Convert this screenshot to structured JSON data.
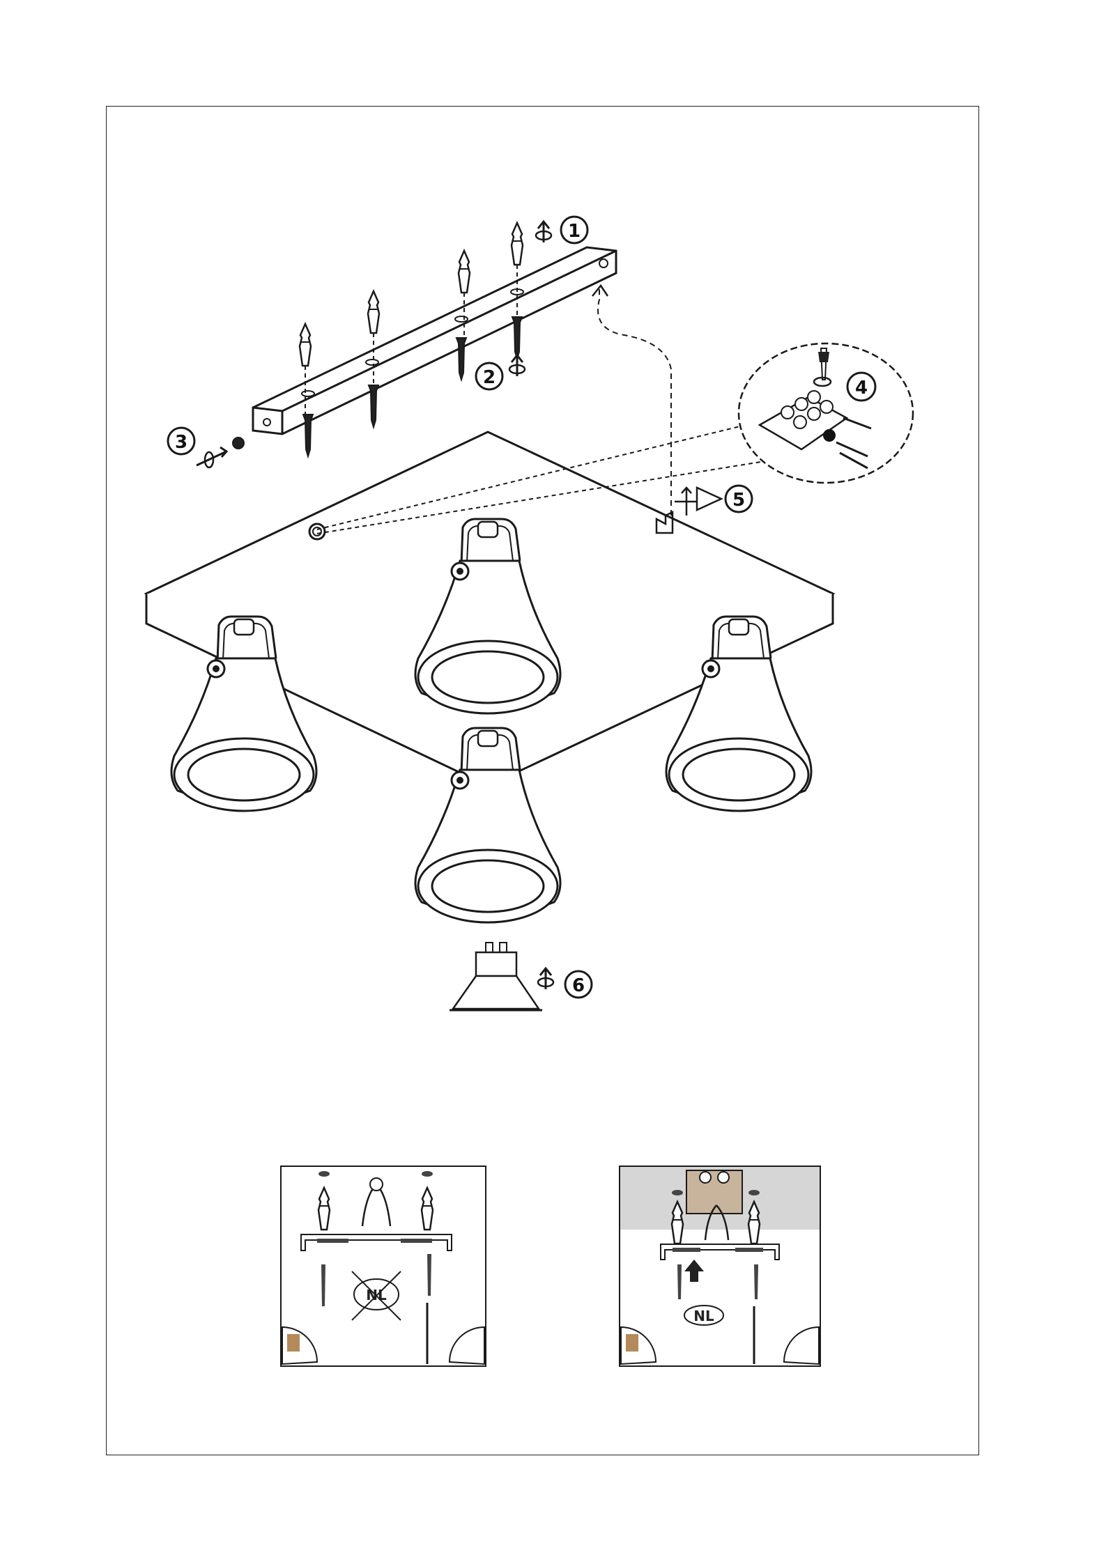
{
  "steps": {
    "s1": "1",
    "s2": "2",
    "s3": "3",
    "s4": "4",
    "s5": "5",
    "s6": "6"
  },
  "insets": {
    "left_label": "NL",
    "right_label": "NL"
  },
  "colors": {
    "line": "#1a1a1a",
    "ceiling": "#d6d6d6",
    "fill": "#ffffff"
  }
}
